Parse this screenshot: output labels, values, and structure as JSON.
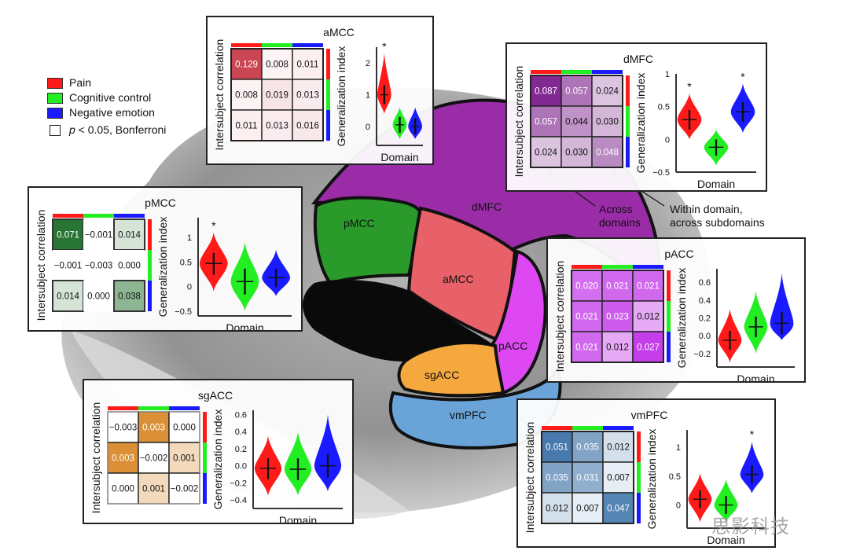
{
  "legend": {
    "items": [
      {
        "label": "Pain",
        "color": "#ff1a1a"
      },
      {
        "label": "Cognitive control",
        "color": "#22ee22"
      },
      {
        "label": "Negative emotion",
        "color": "#1a1aff"
      }
    ],
    "significance": {
      "p_symbol": "p",
      "text": " < 0.05, Bonferroni"
    }
  },
  "brain_regions": [
    {
      "label": "dMFC",
      "color": "#9b2ca8"
    },
    {
      "label": "pMCC",
      "color": "#2a9a2a"
    },
    {
      "label": "aMCC",
      "color": "#e86068"
    },
    {
      "label": "pACC",
      "color": "#de48f2"
    },
    {
      "label": "sgACC",
      "color": "#f5a83e"
    },
    {
      "label": "vmPFC",
      "color": "#6aa3d8"
    }
  ],
  "annotations": {
    "across": "Across\ndomains",
    "within": "Within domain,\nacross subdomains"
  },
  "watermark": "思影科技",
  "chart_data": [
    {
      "type": "heatmap+violin",
      "title": "aMCC",
      "heatmap_ylabel": "Intersubject correlation",
      "matrix": [
        [
          0.129,
          0.008,
          0.011
        ],
        [
          0.008,
          0.019,
          0.013
        ],
        [
          0.011,
          0.013,
          0.016
        ]
      ],
      "labels": [
        [
          "0.129",
          "0.008",
          "0.011"
        ],
        [
          "0.008",
          "0.019",
          "0.013"
        ],
        [
          "0.011",
          "0.013",
          "0.016"
        ]
      ],
      "significant": [
        [
          false,
          false,
          false
        ],
        [
          false,
          false,
          false
        ],
        [
          false,
          false,
          false
        ]
      ],
      "cmap": "#c83c4a",
      "cmax": 0.129,
      "violin": {
        "ylabel": "Generalization index",
        "xlabel": "Domain",
        "ylim": [
          -0.6,
          2.5
        ],
        "yticks": [
          0,
          1,
          2
        ],
        "yticklabels": [
          "0",
          "1",
          "2"
        ],
        "series": [
          {
            "name": "Pain",
            "median": 1.0,
            "q1": 0.8,
            "q3": 1.2,
            "min": 0.4,
            "max": 2.3,
            "star": true
          },
          {
            "name": "Cognitive control",
            "median": 0.05,
            "q1": -0.1,
            "q3": 0.2,
            "min": -0.4,
            "max": 0.6,
            "star": false
          },
          {
            "name": "Negative emotion",
            "median": 0.0,
            "q1": -0.15,
            "q3": 0.15,
            "min": -0.4,
            "max": 0.6,
            "star": false
          }
        ]
      }
    },
    {
      "type": "heatmap+violin",
      "title": "dMFC",
      "heatmap_ylabel": "Intersubject correlation",
      "matrix": [
        [
          0.087,
          0.057,
          0.024
        ],
        [
          0.057,
          0.044,
          0.03
        ],
        [
          0.024,
          0.03,
          0.048
        ]
      ],
      "labels": [
        [
          "0.087",
          "0.057",
          "0.024"
        ],
        [
          "0.057",
          "0.044",
          "0.030"
        ],
        [
          "0.024",
          "0.030",
          "0.048"
        ]
      ],
      "significant": [
        [
          false,
          false,
          false
        ],
        [
          false,
          false,
          false
        ],
        [
          false,
          false,
          false
        ]
      ],
      "cmap": "#7b1f8c",
      "cmax": 0.087,
      "violin": {
        "ylabel": "Generalization index",
        "xlabel": "Domain",
        "ylim": [
          -0.5,
          1.0
        ],
        "yticks": [
          -0.5,
          0,
          0.5,
          1
        ],
        "yticklabels": [
          "−0.5",
          "0",
          "0.5",
          "1"
        ],
        "series": [
          {
            "name": "Pain",
            "median": 0.3,
            "q1": 0.2,
            "q3": 0.4,
            "min": 0.0,
            "max": 0.7,
            "star": true
          },
          {
            "name": "Cognitive control",
            "median": -0.12,
            "q1": -0.2,
            "q3": -0.05,
            "min": -0.4,
            "max": 0.15,
            "star": false
          },
          {
            "name": "Negative emotion",
            "median": 0.42,
            "q1": 0.32,
            "q3": 0.52,
            "min": 0.1,
            "max": 0.85,
            "star": true
          }
        ]
      }
    },
    {
      "type": "heatmap+violin",
      "title": "pMCC",
      "heatmap_ylabel": "Intersubject correlation",
      "matrix": [
        [
          0.071,
          -0.001,
          0.014
        ],
        [
          -0.001,
          -0.003,
          0.0
        ],
        [
          0.014,
          0.0,
          0.038
        ]
      ],
      "labels": [
        [
          "0.071",
          "−0.001",
          "0.014"
        ],
        [
          "−0.001",
          "−0.003",
          "0.000"
        ],
        [
          "0.014",
          "0.000",
          "0.038"
        ]
      ],
      "significant": [
        [
          true,
          false,
          true
        ],
        [
          false,
          false,
          false
        ],
        [
          true,
          false,
          true
        ]
      ],
      "cmap": "#1e6e28",
      "cmax": 0.071,
      "violin": {
        "ylabel": "Generalization index",
        "xlabel": "Domain",
        "ylim": [
          -0.6,
          1.4
        ],
        "yticks": [
          -0.5,
          0,
          0.5,
          1
        ],
        "yticklabels": [
          "−0.5",
          "0",
          "0.5",
          "1"
        ],
        "series": [
          {
            "name": "Pain",
            "median": 0.47,
            "q1": 0.3,
            "q3": 0.62,
            "min": -0.1,
            "max": 1.1,
            "star": true
          },
          {
            "name": "Cognitive control",
            "median": 0.1,
            "q1": -0.1,
            "q3": 0.3,
            "min": -0.5,
            "max": 0.9,
            "star": false
          },
          {
            "name": "Negative emotion",
            "median": 0.18,
            "q1": 0.05,
            "q3": 0.3,
            "min": -0.2,
            "max": 0.75,
            "star": false
          }
        ]
      }
    },
    {
      "type": "heatmap+violin",
      "title": "pACC",
      "heatmap_ylabel": "Intersubject correlation",
      "matrix": [
        [
          0.02,
          0.021,
          0.021
        ],
        [
          0.021,
          0.023,
          0.012
        ],
        [
          0.021,
          0.012,
          0.027
        ]
      ],
      "labels": [
        [
          "0.020",
          "0.021",
          "0.021"
        ],
        [
          "0.021",
          "0.023",
          "0.012"
        ],
        [
          "0.021",
          "0.012",
          "0.027"
        ]
      ],
      "significant": [
        [
          false,
          false,
          false
        ],
        [
          false,
          false,
          false
        ],
        [
          false,
          false,
          false
        ]
      ],
      "cmap": "#c134e8",
      "cmax": 0.027,
      "violin": {
        "ylabel": "Generalization index",
        "xlabel": "Domain",
        "ylim": [
          -0.35,
          0.75
        ],
        "yticks": [
          -0.2,
          0.0,
          0.2,
          0.4,
          0.6
        ],
        "yticklabels": [
          "−0.2",
          "0.0",
          "0.2",
          "0.4",
          "0.6"
        ],
        "series": [
          {
            "name": "Pain",
            "median": -0.05,
            "q1": -0.12,
            "q3": 0.02,
            "min": -0.3,
            "max": 0.3,
            "star": false
          },
          {
            "name": "Cognitive control",
            "median": 0.1,
            "q1": 0.02,
            "q3": 0.18,
            "min": -0.2,
            "max": 0.5,
            "star": false
          },
          {
            "name": "Negative emotion",
            "median": 0.14,
            "q1": 0.05,
            "q3": 0.23,
            "min": -0.05,
            "max": 0.7,
            "star": false
          }
        ]
      }
    },
    {
      "type": "heatmap+violin",
      "title": "sgACC",
      "heatmap_ylabel": "Intersubject correlation",
      "matrix": [
        [
          -0.003,
          0.003,
          0.0
        ],
        [
          0.003,
          -0.002,
          0.001
        ],
        [
          0.0,
          0.001,
          -0.002
        ]
      ],
      "labels": [
        [
          "−0.003",
          "0.003",
          "0.000"
        ],
        [
          "0.003",
          "−0.002",
          "0.001"
        ],
        [
          "0.000",
          "0.001",
          "−0.002"
        ]
      ],
      "significant": [
        [
          false,
          false,
          false
        ],
        [
          false,
          false,
          false
        ],
        [
          false,
          false,
          false
        ]
      ],
      "cmap": "#d98a2c",
      "cmax": 0.003,
      "violin": {
        "ylabel": "Generalization index",
        "xlabel": "Domain",
        "ylim": [
          -0.5,
          0.65
        ],
        "yticks": [
          -0.4,
          -0.2,
          0.0,
          0.2,
          0.4,
          0.6
        ],
        "yticklabels": [
          "−0.4",
          "−0.2",
          "0.0",
          "0.2",
          "0.4",
          "0.6"
        ],
        "series": [
          {
            "name": "Pain",
            "median": -0.03,
            "q1": -0.12,
            "q3": 0.05,
            "min": -0.35,
            "max": 0.35,
            "star": false
          },
          {
            "name": "Cognitive control",
            "median": -0.04,
            "q1": -0.13,
            "q3": 0.05,
            "min": -0.35,
            "max": 0.4,
            "star": false
          },
          {
            "name": "Negative emotion",
            "median": 0.0,
            "q1": -0.1,
            "q3": 0.1,
            "min": -0.3,
            "max": 0.6,
            "star": false
          }
        ]
      }
    },
    {
      "type": "heatmap+violin",
      "title": "vmPFC",
      "heatmap_ylabel": "Intersubject correlation",
      "matrix": [
        [
          0.051,
          0.035,
          0.012
        ],
        [
          0.035,
          0.031,
          0.007
        ],
        [
          0.012,
          0.007,
          0.047
        ]
      ],
      "labels": [
        [
          "0.051",
          "0.035",
          "0.012"
        ],
        [
          "0.035",
          "0.031",
          "0.007"
        ],
        [
          "0.012",
          "0.007",
          "0.047"
        ]
      ],
      "significant": [
        [
          false,
          false,
          false
        ],
        [
          false,
          false,
          false
        ],
        [
          false,
          false,
          false
        ]
      ],
      "cmap": "#3e72a8",
      "cmax": 0.051,
      "violin": {
        "ylabel": "Generalization index",
        "xlabel": "Domain",
        "ylim": [
          -0.4,
          1.3
        ],
        "yticks": [
          0,
          0.5,
          1
        ],
        "yticklabels": [
          "0",
          "0.5",
          "1"
        ],
        "series": [
          {
            "name": "Pain",
            "median": 0.1,
            "q1": 0.0,
            "q3": 0.2,
            "min": -0.3,
            "max": 0.55,
            "star": false
          },
          {
            "name": "Cognitive control",
            "median": 0.0,
            "q1": -0.1,
            "q3": 0.1,
            "min": -0.3,
            "max": 0.45,
            "star": false
          },
          {
            "name": "Negative emotion",
            "median": 0.53,
            "q1": 0.43,
            "q3": 0.63,
            "min": 0.2,
            "max": 1.1,
            "star": true
          }
        ]
      }
    }
  ]
}
